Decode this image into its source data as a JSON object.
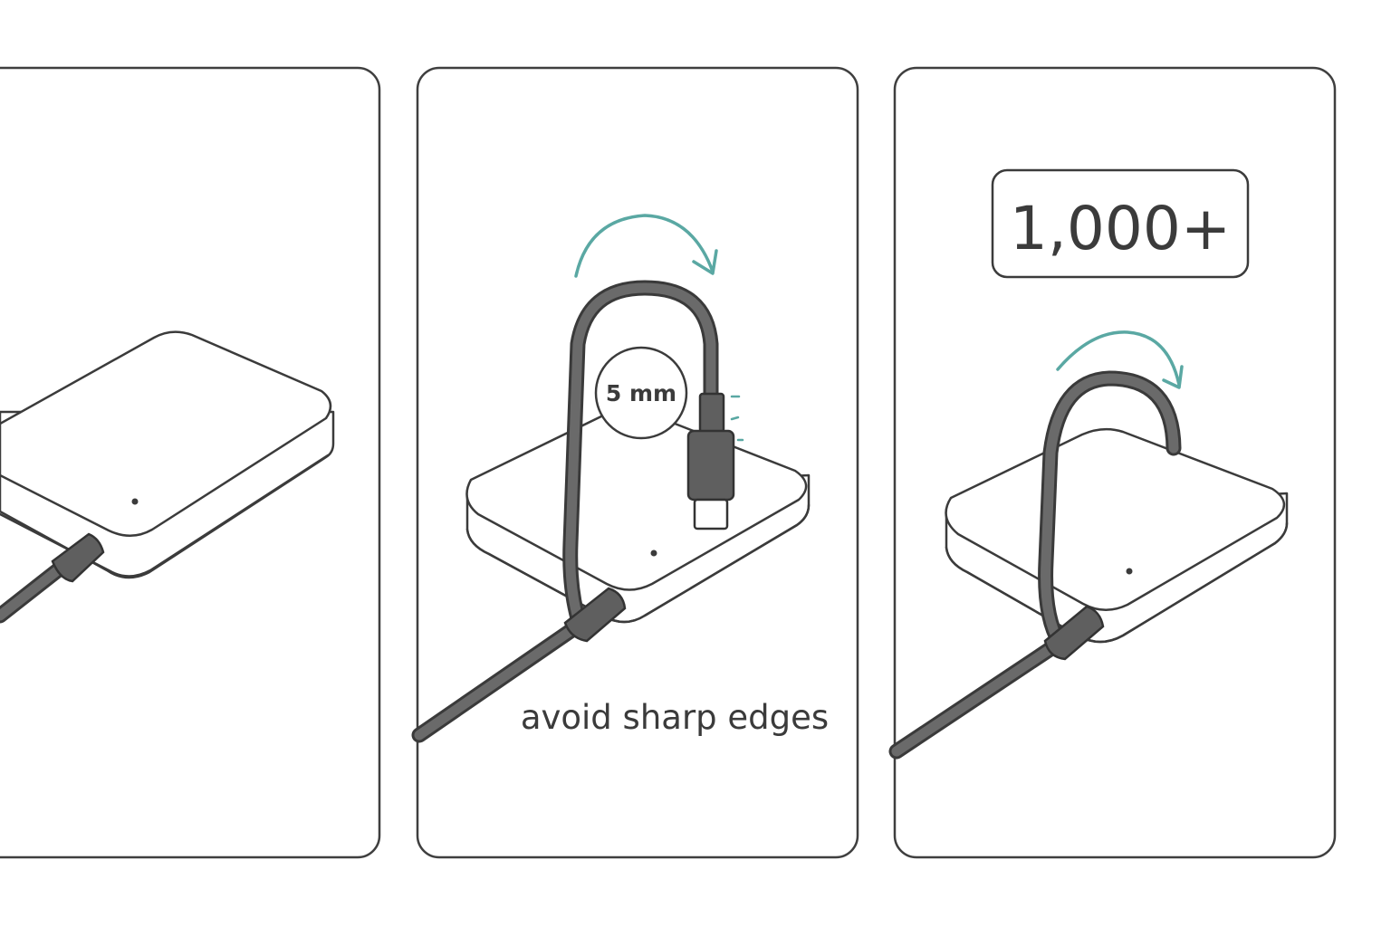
{
  "panels": [
    {
      "id": "panel-1"
    },
    {
      "id": "panel-2",
      "bend_radius_label": "5 mm",
      "caption": "avoid sharp edges"
    },
    {
      "id": "panel-3",
      "cycles_label": "1,000+"
    }
  ],
  "colors": {
    "outline": "#3b3b3b",
    "cable": "#6a6a6a",
    "arrow": "#5aa8a3"
  },
  "icons": [
    "charging-pad-icon",
    "usb-c-connector-icon",
    "bend-arrow-icon"
  ]
}
